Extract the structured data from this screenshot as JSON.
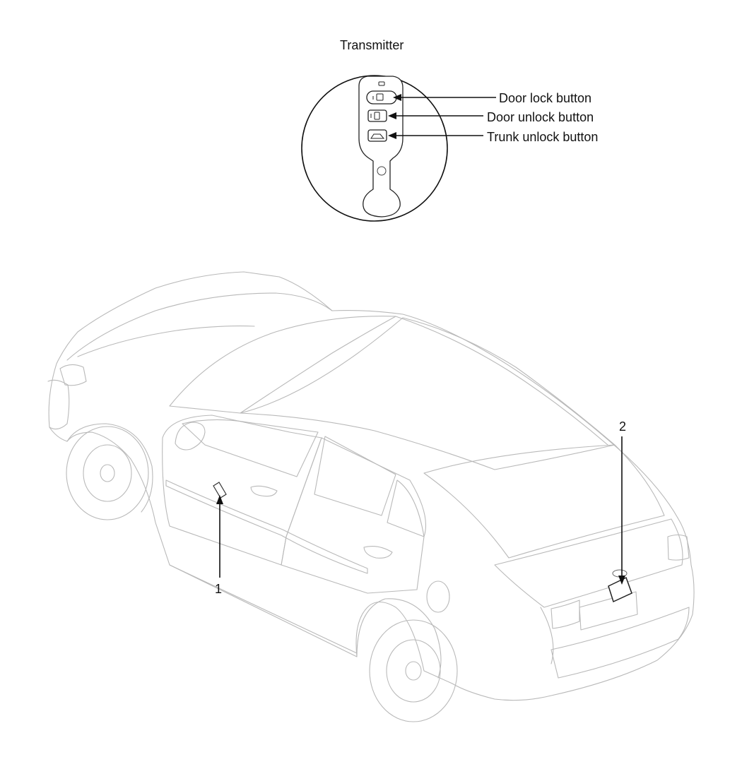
{
  "transmitter": {
    "title": "Transmitter",
    "labels": {
      "door_lock": "Door lock button",
      "door_unlock": "Door unlock button",
      "trunk_unlock": "Trunk unlock button"
    }
  },
  "callouts": {
    "one": "1",
    "two": "2"
  }
}
